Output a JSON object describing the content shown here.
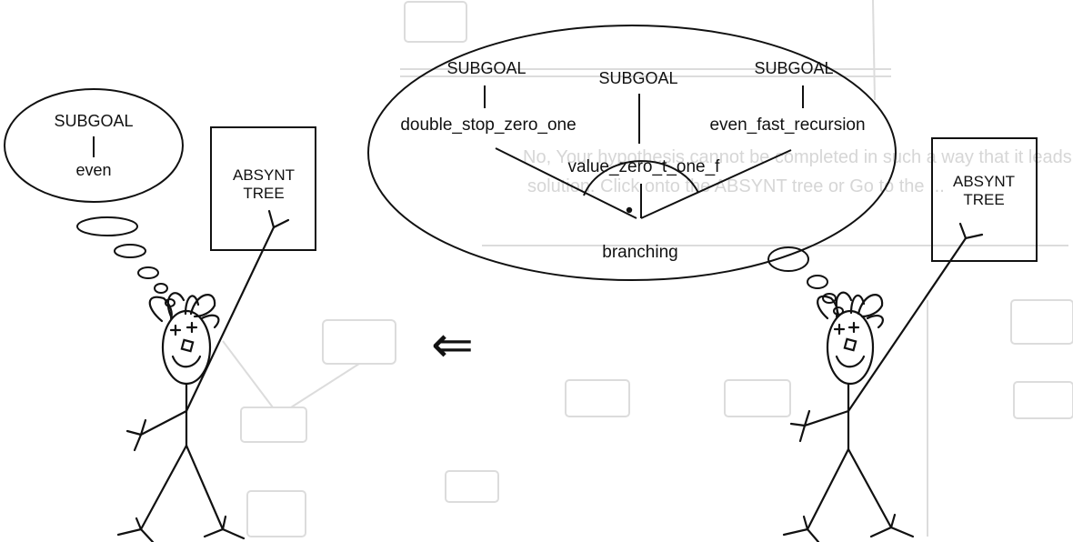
{
  "right_thought": {
    "subgoals": [
      "SUBGOAL",
      "SUBGOAL",
      "SUBGOAL"
    ],
    "goals": [
      "double_stop_zero_one",
      "value_zero_t_one_f",
      "even_fast_recursion"
    ],
    "root": "branching"
  },
  "left_thought": {
    "subgoal": "SUBGOAL",
    "goal": "even"
  },
  "left_box": {
    "line1": "ABSYNT",
    "line2": "TREE"
  },
  "right_box": {
    "line1": "ABSYNT",
    "line2": "TREE"
  },
  "arrow_symbol": "⇐",
  "background": {
    "text_line_1": "No, Your hypothesis cannot be completed in such a way that it leads to a",
    "text_line_2": "solution. Click onto the ABSYNT tree or Go to the ..."
  }
}
